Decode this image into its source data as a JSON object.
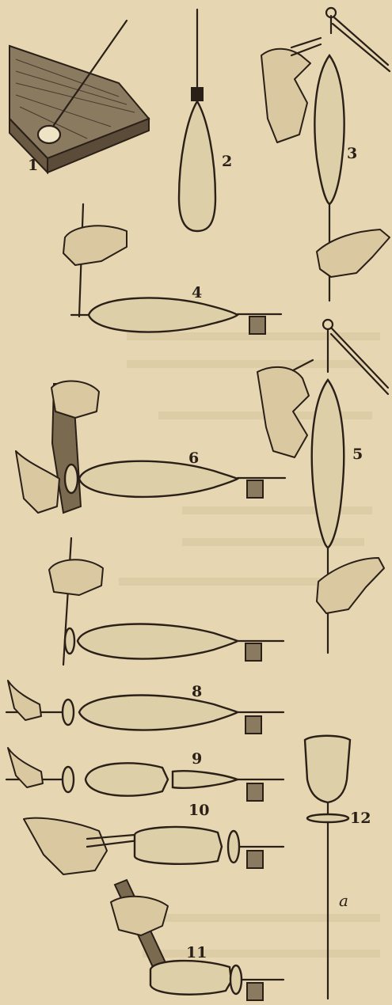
{
  "figure_labels": {
    "fig1": "1",
    "fig2": "2",
    "fig3": "3",
    "fig4": "4",
    "fig5": "5",
    "fig6": "6",
    "fig7": "",
    "fig8": "8",
    "fig9": "9",
    "fig10": "10",
    "fig11": "11",
    "fig12": "12",
    "rod_label": "a"
  },
  "colors": {
    "paper": "#e6d7b2",
    "ink": "#2a2018"
  }
}
